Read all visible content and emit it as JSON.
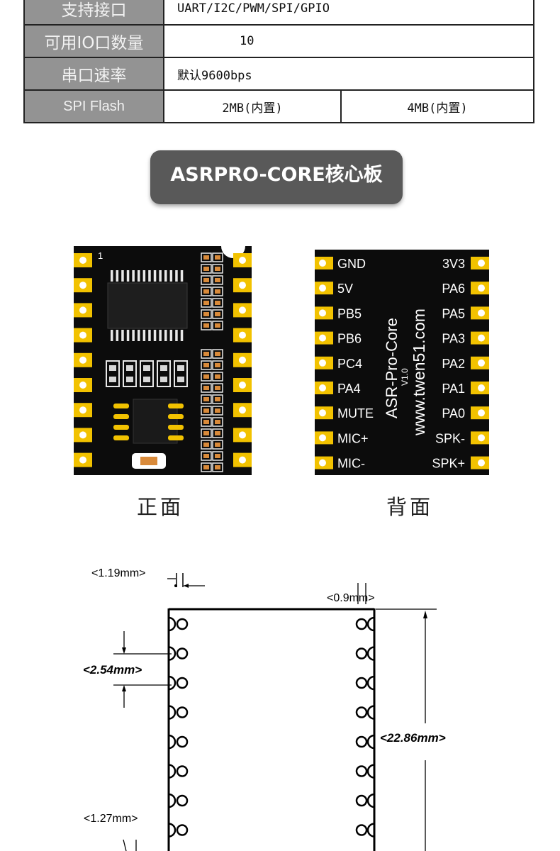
{
  "spec_table": {
    "rows": [
      {
        "label": "支持接口",
        "value": "UART/I2C/PWM/SPI/GPIO"
      },
      {
        "label": "可用IO口数量",
        "value": "10"
      },
      {
        "label": "串口速率",
        "value": "默认9600bps"
      },
      {
        "label": "SPI Flash",
        "value_a": "2MB(内置)",
        "value_b": "4MB(内置)"
      }
    ]
  },
  "section_title": "ASRPRO-CORE核心板",
  "front": {
    "caption": "正面",
    "pin1_marker": "1"
  },
  "back": {
    "caption": "背面",
    "left_pins": [
      "GND",
      "5V",
      "PB5",
      "PB6",
      "PC4",
      "PA4",
      "MUTE",
      "MIC+",
      "MIC-"
    ],
    "right_pins": [
      "3V3",
      "PA6",
      "PA5",
      "PA3",
      "PA2",
      "PA1",
      "PA0",
      "SPK-",
      "SPK+"
    ],
    "silk_model": "ASR-Pro-Core",
    "silk_version": "V1.0",
    "silk_url": "www.twen51.com"
  },
  "dimensions": {
    "pad_width": "<1.19mm>",
    "pad_spacing_right": "<0.9mm>",
    "pitch": "<2.54mm>",
    "length": "<22.86mm>",
    "half_pitch": "<1.27mm>"
  },
  "colors": {
    "header_cell": "#939393",
    "title_badge": "#595959",
    "pcb": "#0c0c0c",
    "pad_gold": "#f2c200"
  }
}
